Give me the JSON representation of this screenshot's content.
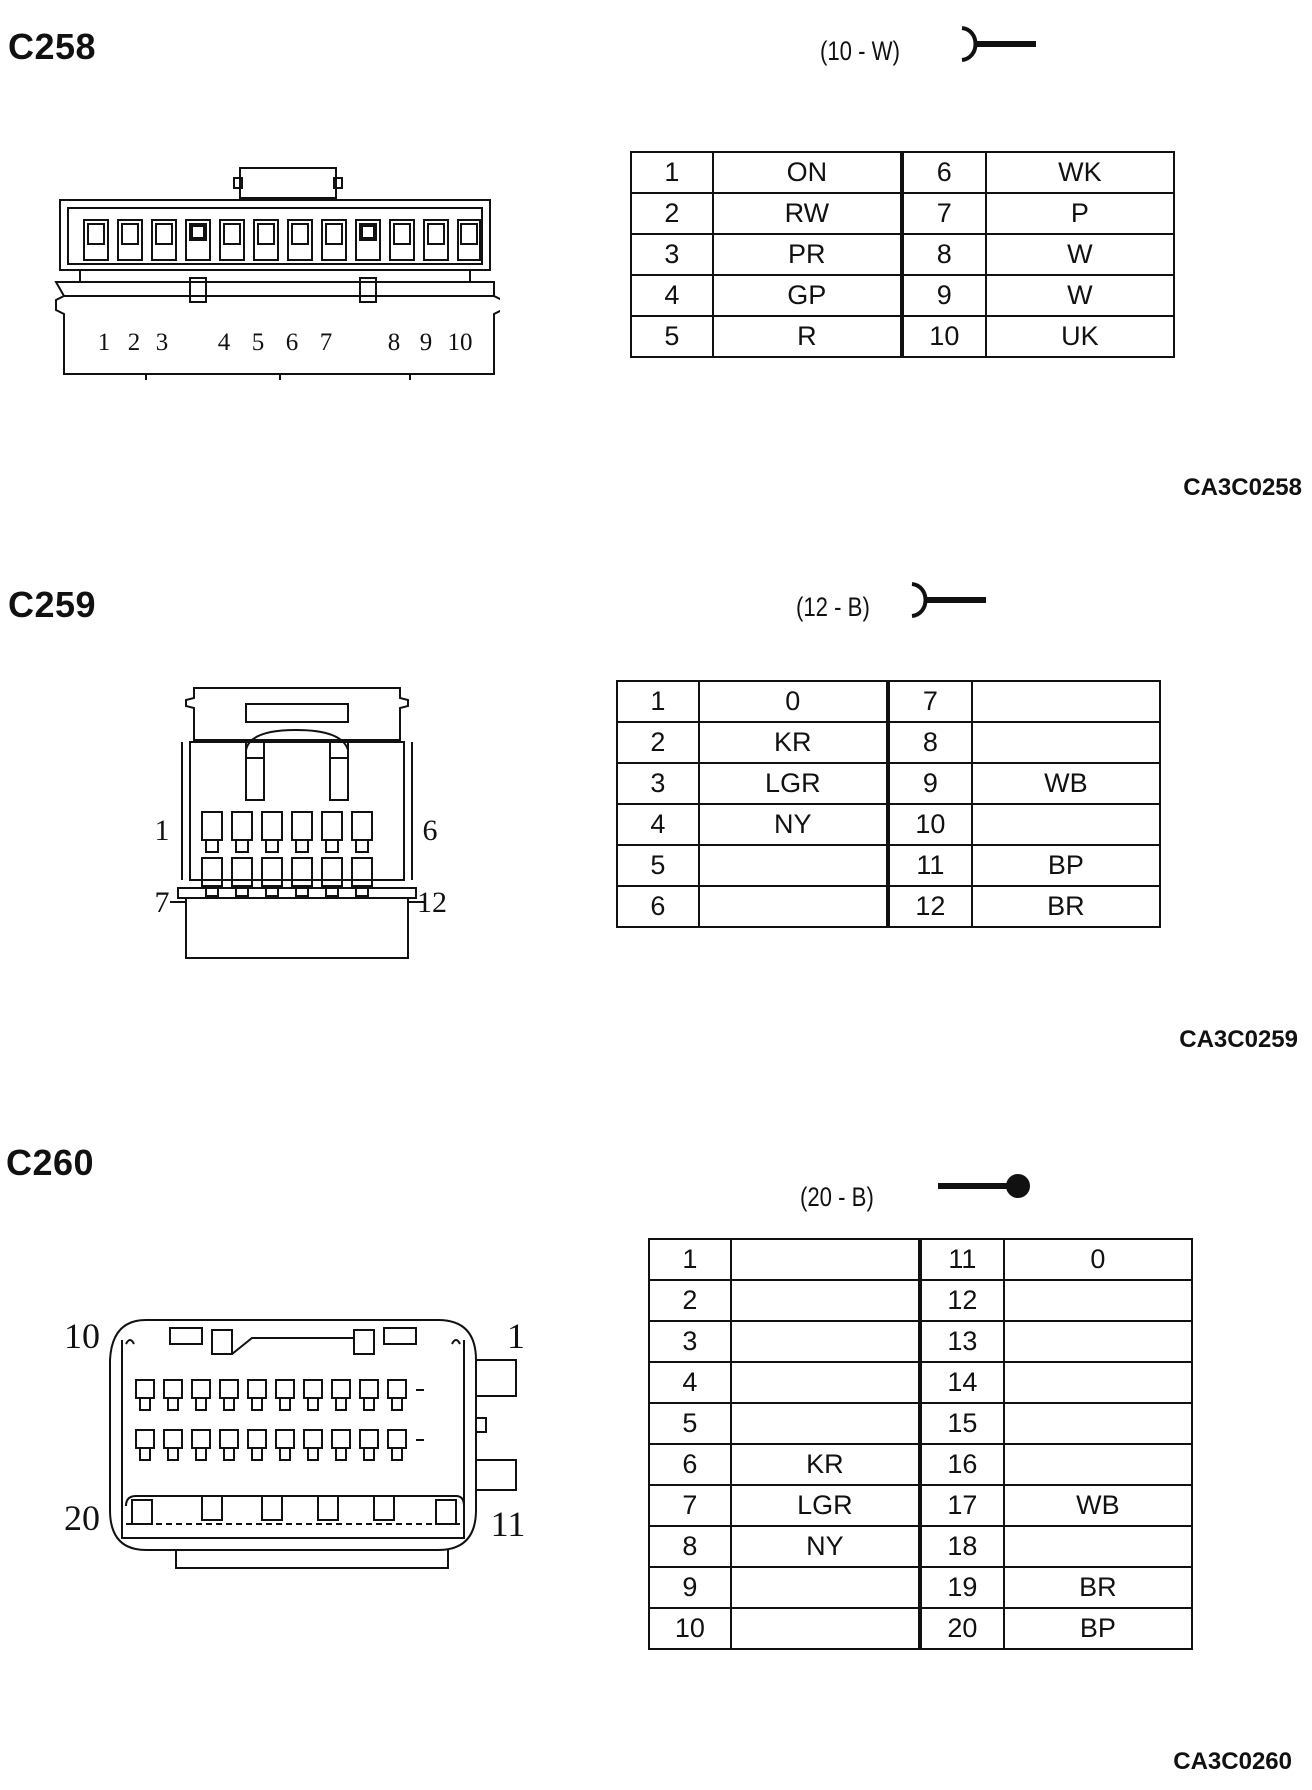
{
  "connectors": [
    {
      "id": "C258",
      "spec": "(10  -  W)",
      "ref": "CA3C0258",
      "face_labels": [
        "1",
        "2",
        "3",
        "4",
        "5",
        "6",
        "7",
        "8",
        "9",
        "10"
      ],
      "pins": [
        {
          "pin": "1",
          "wire": "ON"
        },
        {
          "pin": "2",
          "wire": "RW"
        },
        {
          "pin": "3",
          "wire": "PR"
        },
        {
          "pin": "4",
          "wire": "GP"
        },
        {
          "pin": "5",
          "wire": "R"
        },
        {
          "pin": "6",
          "wire": "WK"
        },
        {
          "pin": "7",
          "wire": "P"
        },
        {
          "pin": "8",
          "wire": "W"
        },
        {
          "pin": "9",
          "wire": "W"
        },
        {
          "pin": "10",
          "wire": "UK"
        }
      ]
    },
    {
      "id": "C259",
      "spec": "(12  -  B)",
      "ref": "CA3C0259",
      "face_labels": [
        "1",
        "6",
        "7",
        "12"
      ],
      "pins": [
        {
          "pin": "1",
          "wire": "0"
        },
        {
          "pin": "2",
          "wire": "KR"
        },
        {
          "pin": "3",
          "wire": "LGR"
        },
        {
          "pin": "4",
          "wire": "NY"
        },
        {
          "pin": "5",
          "wire": ""
        },
        {
          "pin": "6",
          "wire": ""
        },
        {
          "pin": "7",
          "wire": ""
        },
        {
          "pin": "8",
          "wire": ""
        },
        {
          "pin": "9",
          "wire": "WB"
        },
        {
          "pin": "10",
          "wire": ""
        },
        {
          "pin": "11",
          "wire": "BP"
        },
        {
          "pin": "12",
          "wire": "BR"
        }
      ]
    },
    {
      "id": "C260",
      "spec": "(20  -  B)",
      "ref": "CA3C0260",
      "face_labels": [
        "10",
        "1",
        "20",
        "11"
      ],
      "pins": [
        {
          "pin": "1",
          "wire": ""
        },
        {
          "pin": "2",
          "wire": ""
        },
        {
          "pin": "3",
          "wire": ""
        },
        {
          "pin": "4",
          "wire": ""
        },
        {
          "pin": "5",
          "wire": ""
        },
        {
          "pin": "6",
          "wire": "KR"
        },
        {
          "pin": "7",
          "wire": "LGR"
        },
        {
          "pin": "8",
          "wire": "NY"
        },
        {
          "pin": "9",
          "wire": ""
        },
        {
          "pin": "10",
          "wire": ""
        },
        {
          "pin": "11",
          "wire": "0"
        },
        {
          "pin": "12",
          "wire": ""
        },
        {
          "pin": "13",
          "wire": ""
        },
        {
          "pin": "14",
          "wire": ""
        },
        {
          "pin": "15",
          "wire": ""
        },
        {
          "pin": "16",
          "wire": ""
        },
        {
          "pin": "17",
          "wire": "WB"
        },
        {
          "pin": "18",
          "wire": ""
        },
        {
          "pin": "19",
          "wire": "BR"
        },
        {
          "pin": "20",
          "wire": "BP"
        }
      ]
    }
  ]
}
